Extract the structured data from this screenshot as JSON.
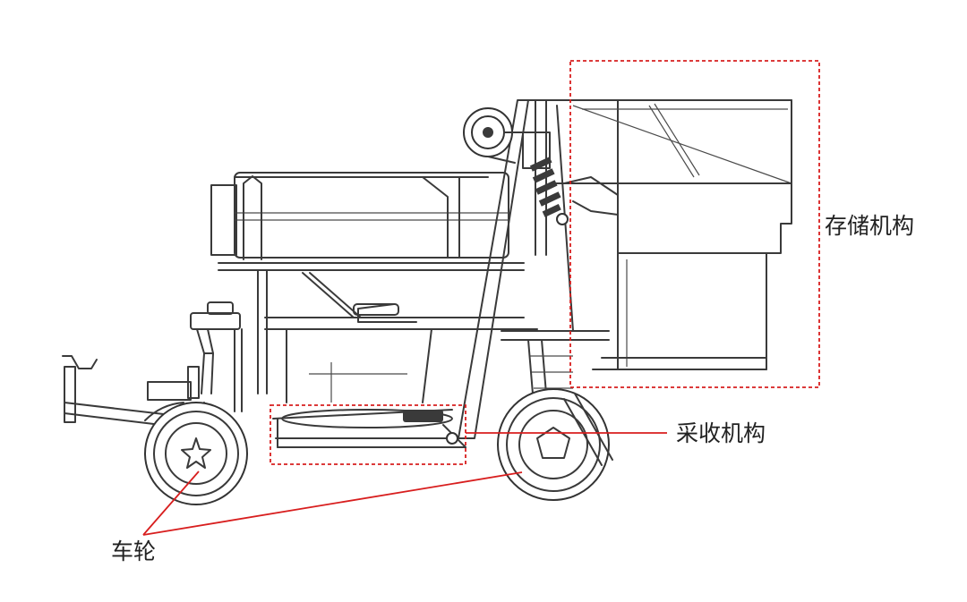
{
  "labels": {
    "storage": "存储机构",
    "harvest": "采收机构",
    "wheels": "车轮"
  },
  "colors": {
    "annotation": "#d81e1e",
    "machine_line": "#3a3a3a",
    "label_text": "#222222",
    "background": "#ffffff"
  }
}
